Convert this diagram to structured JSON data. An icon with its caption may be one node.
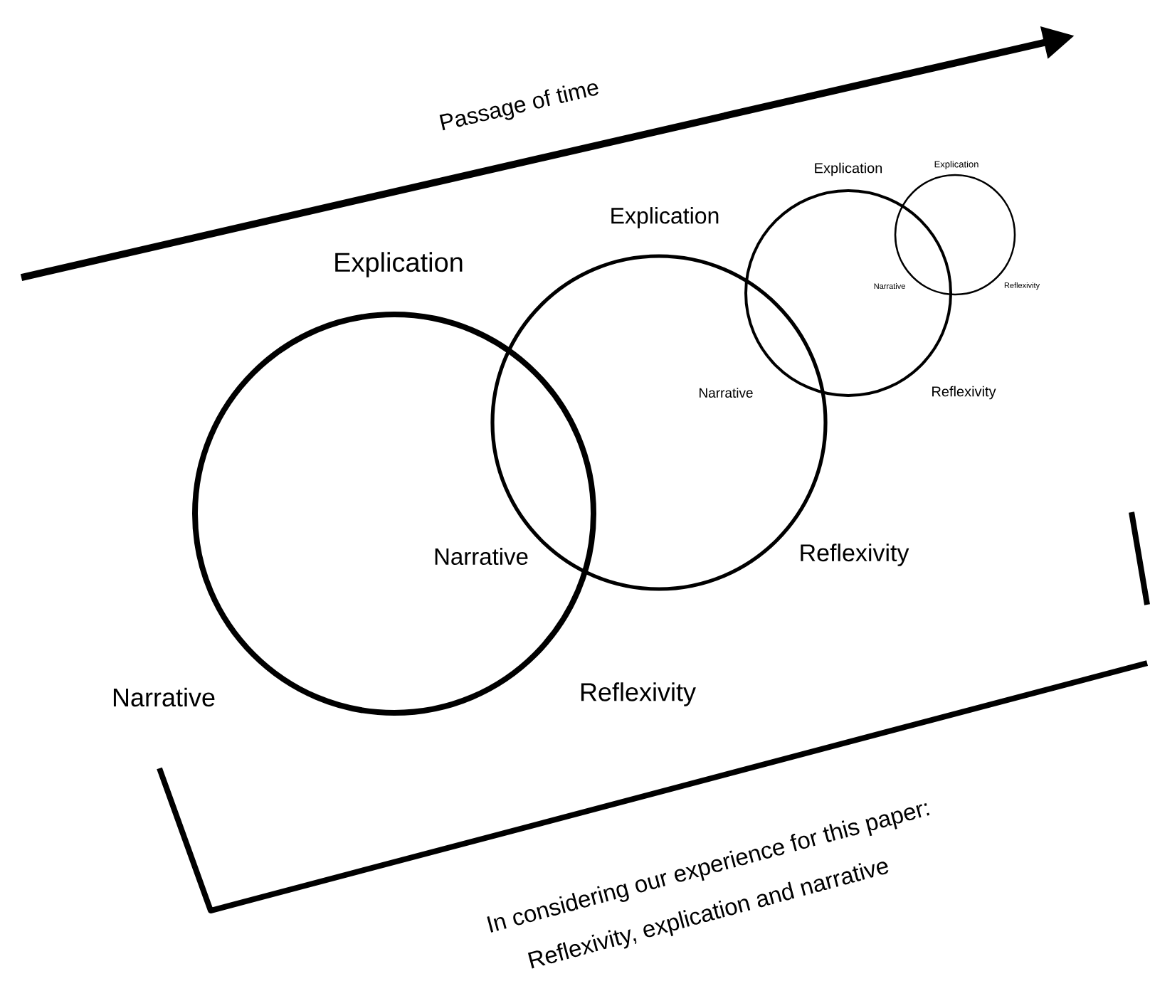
{
  "diagram": {
    "nodes": [
      {
        "text": [],
        "shape": "circle"
      },
      {
        "text": [],
        "shape": "circle"
      },
      {
        "text": [],
        "shape": "circle"
      },
      {
        "text": [],
        "shape": "circle"
      }
    ],
    "labels": [
      "Passage of time",
      "Explication",
      "Explication",
      "Explication",
      "Explication",
      "Narrative",
      "Reflexivity",
      "Narrative",
      "Reflexivity",
      "Narrative",
      "Reflexivity",
      "Narrative",
      "Reflexivity",
      "In considering our experience for this paper:",
      "Reflexivity, explication and narrative"
    ]
  }
}
